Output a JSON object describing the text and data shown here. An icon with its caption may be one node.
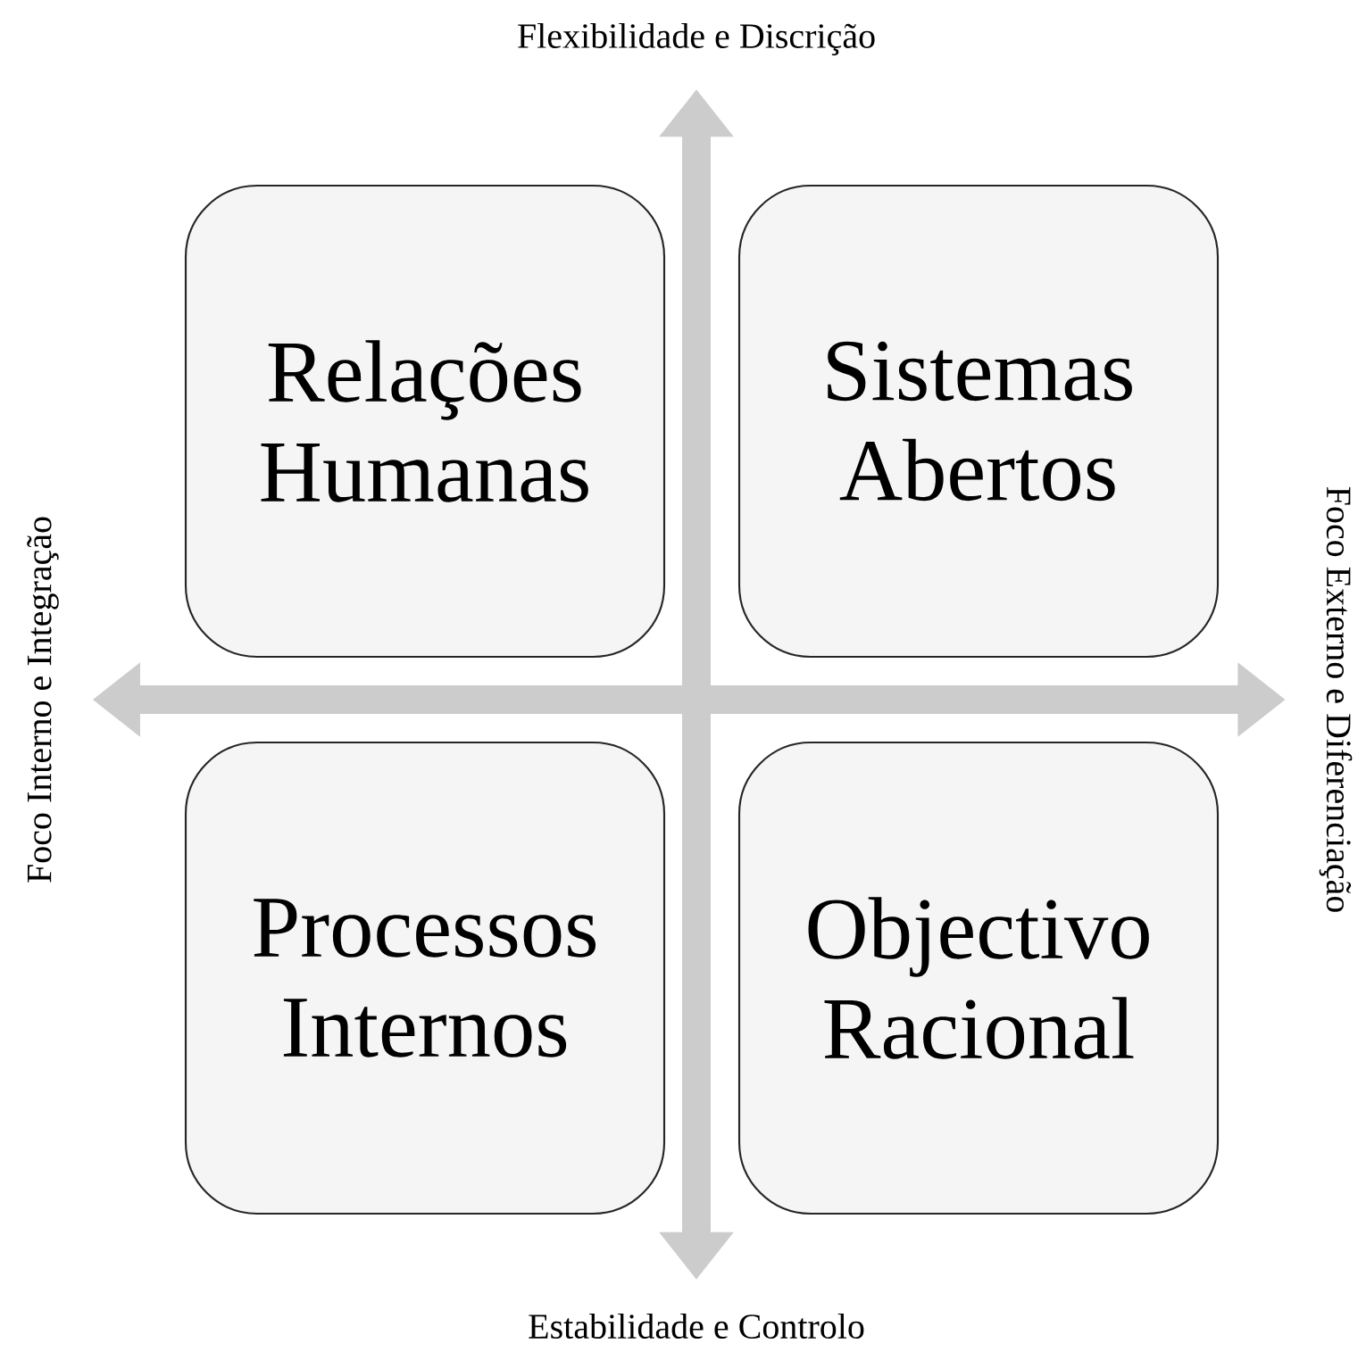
{
  "diagram": {
    "nodes": [
      {
        "text": [
          "Flexibilidade e Discrição"
        ]
      },
      {
        "text": [
          "Relações Humanas"
        ]
      },
      {
        "text": [
          "Sistemas Abertos"
        ]
      },
      {
        "text": [
          "Foco Interno e Integração"
        ]
      },
      {
        "text": [
          "Foco Externo e Diferenciação"
        ]
      },
      {
        "text": [
          "Processos Internos"
        ]
      },
      {
        "text": [
          "Objectivo Racional"
        ]
      },
      {
        "text": [
          "Estabilidade e Controlo"
        ]
      }
    ],
    "edges": [
      {
        "from": 7,
        "to": 0,
        "arrow": "both"
      },
      {
        "from": 3,
        "to": 4,
        "arrow": "both"
      }
    ]
  }
}
